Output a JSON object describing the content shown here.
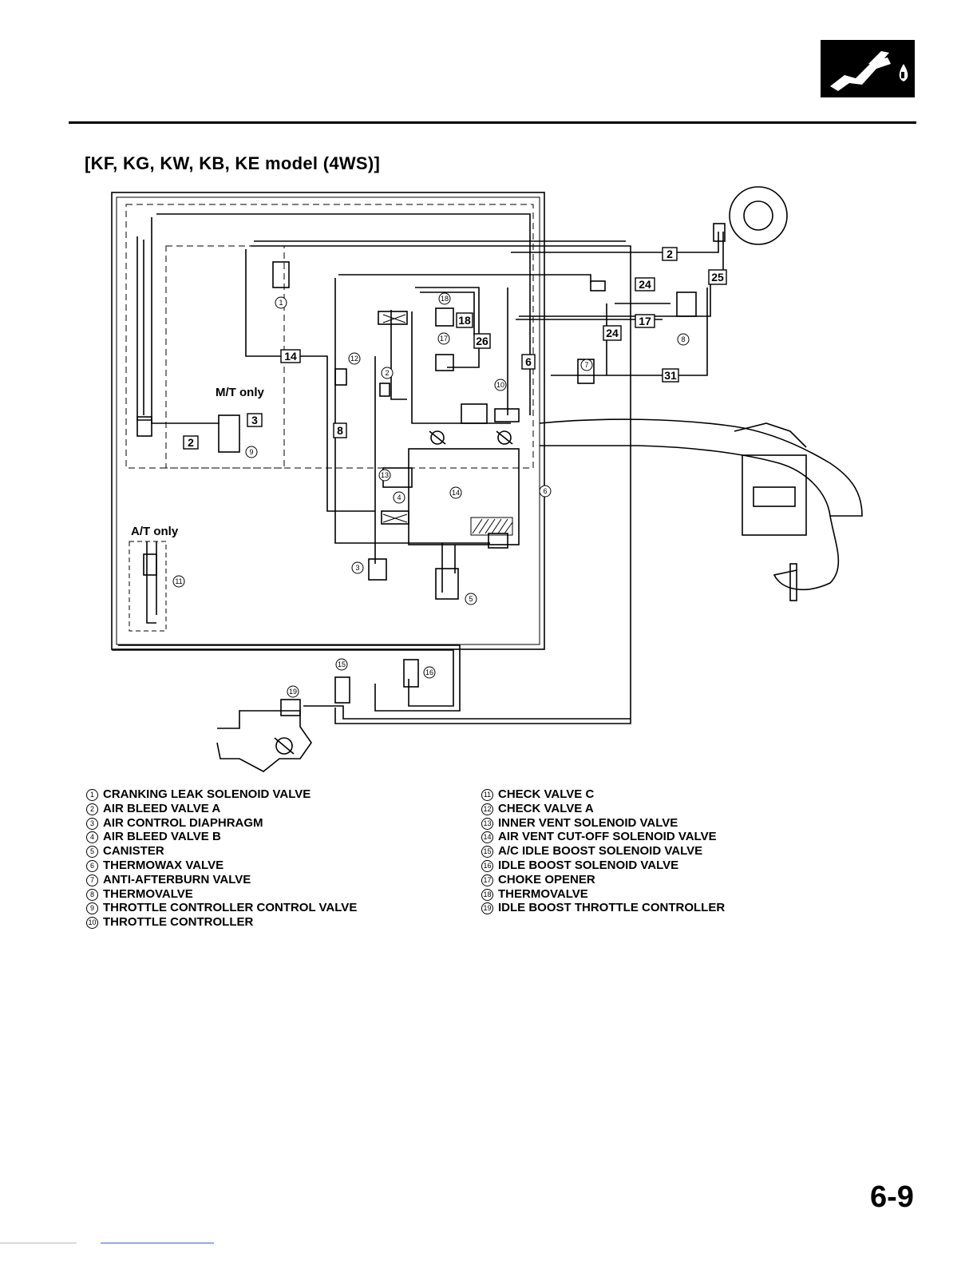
{
  "header": {
    "section_icon": "fuel-nozzle-icon",
    "title": "[KF, KG, KW, KB, KE model (4WS)]"
  },
  "diagram": {
    "region_labels": {
      "mt_only": "M/T only",
      "at_only": "A/T only"
    },
    "hose_numbers": [
      "2",
      "3",
      "2",
      "14",
      "24",
      "17",
      "25",
      "24",
      "18",
      "26",
      "6",
      "31",
      "8"
    ],
    "callouts": [
      "1",
      "2",
      "3",
      "4",
      "5",
      "6",
      "7",
      "8",
      "9",
      "10",
      "11",
      "12",
      "13",
      "14",
      "15",
      "16",
      "17",
      "18",
      "19"
    ]
  },
  "legend": {
    "left": [
      {
        "num": "1",
        "label": "CRANKING LEAK SOLENOID VALVE"
      },
      {
        "num": "2",
        "label": "AIR BLEED VALVE A"
      },
      {
        "num": "3",
        "label": "AIR CONTROL DIAPHRAGM"
      },
      {
        "num": "4",
        "label": "AIR BLEED VALVE B"
      },
      {
        "num": "5",
        "label": "CANISTER"
      },
      {
        "num": "6",
        "label": "THERMOWAX VALVE"
      },
      {
        "num": "7",
        "label": "ANTI-AFTERBURN VALVE"
      },
      {
        "num": "8",
        "label": "THERMOVALVE"
      },
      {
        "num": "9",
        "label": "THROTTLE CONTROLLER CONTROL VALVE"
      },
      {
        "num": "10",
        "label": "THROTTLE CONTROLLER"
      }
    ],
    "right": [
      {
        "num": "11",
        "label": "CHECK VALVE C"
      },
      {
        "num": "12",
        "label": "CHECK VALVE A"
      },
      {
        "num": "13",
        "label": "INNER VENT SOLENOID VALVE"
      },
      {
        "num": "14",
        "label": "AIR VENT CUT-OFF SOLENOID VALVE"
      },
      {
        "num": "15",
        "label": "A/C IDLE BOOST SOLENOID VALVE"
      },
      {
        "num": "16",
        "label": "IDLE BOOST SOLENOID VALVE"
      },
      {
        "num": "17",
        "label": "CHOKE OPENER"
      },
      {
        "num": "18",
        "label": "THERMOVALVE"
      },
      {
        "num": "19",
        "label": "IDLE BOOST THROTTLE CONTROLLER"
      }
    ]
  },
  "footer": {
    "page_number": "6-9"
  }
}
